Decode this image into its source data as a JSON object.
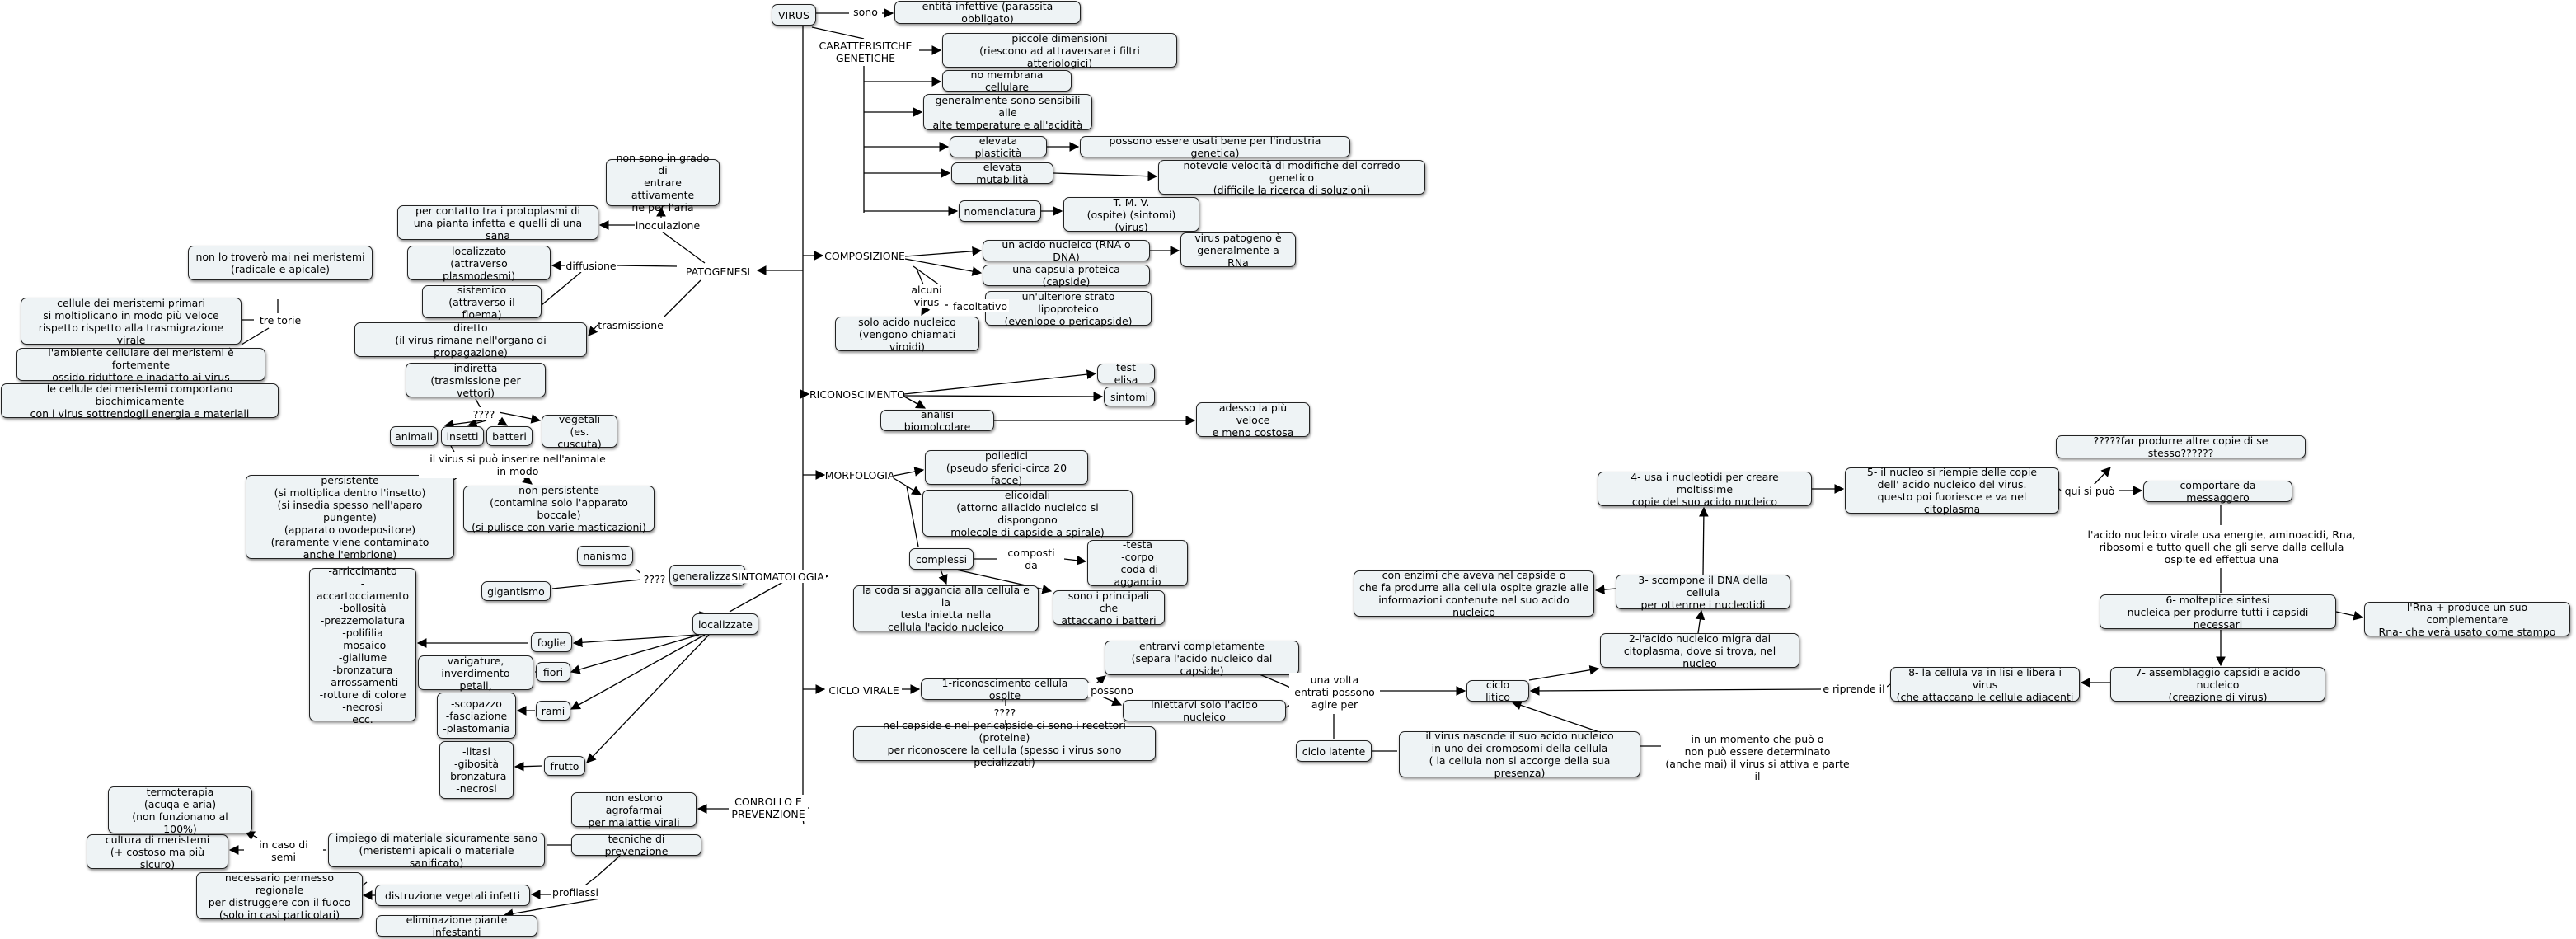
{
  "nodes": [
    {
      "id": "virus",
      "text": "VIRUS"
    },
    {
      "id": "parassita",
      "text": "entità infettive (parassita obbligato)"
    },
    {
      "id": "dimensioni",
      "text": "piccole dimensioni\n(riescono ad attraversare i filtri atteriologici)"
    },
    {
      "id": "nomembrana",
      "text": "no membrana cellulare"
    },
    {
      "id": "sensibili",
      "text": "generalmente sono sensibili alle\nalte temperature e all'acidità"
    },
    {
      "id": "plasticita",
      "text": "elevata plasticità"
    },
    {
      "id": "industria",
      "text": "possono essere usati bene per l'industria genetica)"
    },
    {
      "id": "mutabilita",
      "text": "elevata mutabilità"
    },
    {
      "id": "velocita",
      "text": "notevole velocità di modifiche del corredo genetico\n(difficile la ricerca di soluzioni)"
    },
    {
      "id": "nomenclatura",
      "text": "nomenclatura"
    },
    {
      "id": "tmv",
      "text": "T.          M.          V.\n(ospite) (sintomi) (virus)"
    },
    {
      "id": "nonsono",
      "text": "non sono in grado di\nentrare attivamente\nne per l'aria"
    },
    {
      "id": "percontatto",
      "text": "per contatto tra i protoplasmi di\nuna pianta infetta e quelli di una sana"
    },
    {
      "id": "localizzato",
      "text": "localizzato\n(attraverso plasmodesmi)"
    },
    {
      "id": "sistemico",
      "text": "sistemico\n(attraverso il floema)"
    },
    {
      "id": "diretto",
      "text": "diretto\n(il virus rimane nell'organo di propagazione)"
    },
    {
      "id": "indiretta",
      "text": "indiretta\n(trasmissione per vettori)"
    },
    {
      "id": "animali",
      "text": "animali"
    },
    {
      "id": "insetti",
      "text": "insetti"
    },
    {
      "id": "batteri",
      "text": "batteri"
    },
    {
      "id": "vegetali",
      "text": "vegetali\n(es. cuscuta)"
    },
    {
      "id": "nontrovero",
      "text": "non lo troverò mai nei meristemi\n(radicale e apicale)"
    },
    {
      "id": "meristemi1",
      "text": "cellule dei meristemi primari\nsi moltiplicano in modo più veloce\nrispetto rispetto alla trasmigrazione virale"
    },
    {
      "id": "meristemi2",
      "text": "l'ambiente cellulare dei meristemi è fortemente\nossido riduttore e inadatto ai virus"
    },
    {
      "id": "meristemi3",
      "text": "le cellule dei meristemi comportano biochimicamente\ncon i virus sottrendogli energia e materiali"
    },
    {
      "id": "persistente",
      "text": "persistente\n(si moltiplica dentro l'insetto)\n(si insedia spesso nell'aparo pungente)\n(apparato ovodepositore)\n(raramente viene contaminato\nanche l'embrione)"
    },
    {
      "id": "nonpersistente",
      "text": "non persistente\n(contamina solo l'apparato boccale)\n(si pulisce con varie masticazioni)"
    },
    {
      "id": "acidonucleico",
      "text": "un acido nucleico (RNA o DNA)"
    },
    {
      "id": "patogenorna",
      "text": "virus patogeno è\ngeneralmente a RNa"
    },
    {
      "id": "capside",
      "text": "una capsula proteica (capside)"
    },
    {
      "id": "pericapside",
      "text": "un'ulteriore strato lipoproteico\n(evenlope o pericapside)"
    },
    {
      "id": "viroidi",
      "text": "solo acido nucleico\n(vengono chiamati viroidi)"
    },
    {
      "id": "elisa",
      "text": "test elisa"
    },
    {
      "id": "sintomi",
      "text": "sintomi"
    },
    {
      "id": "biomolcolare",
      "text": "analisi biomolcolare"
    },
    {
      "id": "veloce",
      "text": "adesso la più veloce\ne meno costosa"
    },
    {
      "id": "poliedici",
      "text": "poliedici\n(pseudo sferici-circa 20 facce)"
    },
    {
      "id": "elicoidali",
      "text": "elicoidali\n(attorno allacido nucleico si dispongono\nmolecole di capside a spirale)"
    },
    {
      "id": "complessi",
      "text": "complessi"
    },
    {
      "id": "testa",
      "text": "-testa\n-corpo\n-coda di aggancio"
    },
    {
      "id": "coda",
      "text": "la coda si aggancia alla cellula e la\ntesta inietta nella\ncellula l'acido nucleico"
    },
    {
      "id": "batteriofagi",
      "text": "sono i principali che\nattaccano i batteri"
    },
    {
      "id": "nanismo",
      "text": "nanismo"
    },
    {
      "id": "gigantismo",
      "text": "gigantismo"
    },
    {
      "id": "generalizzate",
      "text": "generalizzate"
    },
    {
      "id": "localizzate",
      "text": "localizzate"
    },
    {
      "id": "foglie",
      "text": "foglie"
    },
    {
      "id": "fogliesintomi",
      "text": "-arriccimanto\n-accartocciamento\n-bollosità\n-prezzemolatura\n-polifilia\n-mosaico\n-giallume\n-bronzatura\n-arrossamenti\n-rotture di colore\n-necrosi\necc."
    },
    {
      "id": "fiori",
      "text": "fiori"
    },
    {
      "id": "variegature",
      "text": "varigature,\ninverdimento petali,"
    },
    {
      "id": "rami",
      "text": "rami"
    },
    {
      "id": "ramisintomi",
      "text": "-scopazzo\n-fasciazione\n-plastomania"
    },
    {
      "id": "frutto",
      "text": "frutto"
    },
    {
      "id": "fruttosintomi",
      "text": "-litasi\n-gibosità\n-bronzatura\n-necrosi"
    },
    {
      "id": "ciclo1",
      "text": "1-riconoscimento cellula ospite"
    },
    {
      "id": "entrarvi",
      "text": "entrarvi completamente\n(separa l'acido nucleico dal capside)"
    },
    {
      "id": "iniettarvi",
      "text": "iniettarvi solo l'acido nucleico"
    },
    {
      "id": "recettori",
      "text": "nel capside e nel pericapside ci sono i recettori (proteine)\nper riconoscere la cellula (spesso i virus sono pecializzati)"
    },
    {
      "id": "litico",
      "text": "ciclo litico"
    },
    {
      "id": "latente",
      "text": "ciclo latente"
    },
    {
      "id": "dormiente",
      "text": "il virus nascnde il suo acido nucleico\nin uno dei cromosomi della cellula\n( la cellula non si accorge della sua presenza)"
    },
    {
      "id": "step2",
      "text": "2-l'acido nucleico migra dal\ncitoplasma, dove si trova, nel nucleo"
    },
    {
      "id": "step3",
      "text": "3- scompone il DNA della cellula\nper ottenrne i nucleotidi"
    },
    {
      "id": "enzimi",
      "text": "con enzimi che aveva nel capside o\nche fa produrre alla cellula ospite grazie alle\ninformazioni contenute nel suo acido nucleico"
    },
    {
      "id": "step4",
      "text": "4- usa i nucleotidi per creare moltissime\ncopie del suo acido nucleico"
    },
    {
      "id": "step5",
      "text": "5- il nucleo si riempie delle copie\ndell' acido nucleico del virus.\nquesto poi fuoriesce e va nel citoplasma"
    },
    {
      "id": "messaggero",
      "text": "comportare da messaggero"
    },
    {
      "id": "farprodurre",
      "text": "?????far produrre altre copie di se stesso??????"
    },
    {
      "id": "step6",
      "text": "6- molteplice sintesi\nnucleica per produrre tutti i capsidi necessari"
    },
    {
      "id": "complementare",
      "text": "l'Rna + produce un suo complementare\nRna- che verà usato come stampo"
    },
    {
      "id": "step7",
      "text": "7- assemblaggio capsidi e acido nucleico\n(creazione di virus)"
    },
    {
      "id": "step8",
      "text": "8- la cellula va in lisi e libera i virus\n(che attaccano le cellule adiacenti"
    },
    {
      "id": "agrofarmaci",
      "text": "non estono agrofarmai\nper malattie virali"
    },
    {
      "id": "tecniche",
      "text": "tecniche di prevenzione"
    },
    {
      "id": "materiale",
      "text": "impiego di materiale sicuramente sano\n(meristemi apicali o materiale sanificato)"
    },
    {
      "id": "coltura",
      "text": "cultura di meristemi\n(+ costoso ma più sicuro)"
    },
    {
      "id": "termoterapia",
      "text": "termoterapia\n(acuqa e aria)\n(non funzionano al 100%)"
    },
    {
      "id": "distruzione",
      "text": "distruzione vegetali infetti"
    },
    {
      "id": "permesso",
      "text": "necessario permesso regionale\nper distruggere con il fuoco\n(solo in casi particolari)"
    },
    {
      "id": "eliminazione",
      "text": "eliminazione piante infestanti"
    }
  ],
  "labels": [
    {
      "id": "l_sono",
      "text": "sono"
    },
    {
      "id": "l_caratt",
      "text": "CARATTERISITCHE\nGENETICHE"
    },
    {
      "id": "l_patogenesi",
      "text": "PATOGENESI"
    },
    {
      "id": "l_inoculazione",
      "text": "inoculazione"
    },
    {
      "id": "l_diffusione",
      "text": "diffusione"
    },
    {
      "id": "l_trasmissione",
      "text": "trasmissione"
    },
    {
      "id": "l_trerie",
      "text": "tre torie"
    },
    {
      "id": "l_qqq1",
      "text": "????"
    },
    {
      "id": "l_inserire",
      "text": "il virus si può inserire nell'animale\nin modo"
    },
    {
      "id": "l_composizione",
      "text": "COMPOSIZIONE"
    },
    {
      "id": "l_alcuni",
      "text": "alcuni\nvirus"
    },
    {
      "id": "l_facoltativo",
      "text": "facoltativo"
    },
    {
      "id": "l_riconoscimento",
      "text": "RICONOSCIMENTO"
    },
    {
      "id": "l_morfologia",
      "text": "MORFOLOGIA"
    },
    {
      "id": "l_composti",
      "text": "composti da"
    },
    {
      "id": "l_sintomatologia",
      "text": "SINTOMATOLOGIA"
    },
    {
      "id": "l_qqq2",
      "text": "????"
    },
    {
      "id": "l_ciclo",
      "text": "CICLO VIRALE"
    },
    {
      "id": "l_possono",
      "text": "possono"
    },
    {
      "id": "l_qqq3",
      "text": "????"
    },
    {
      "id": "l_unavolta",
      "text": "una volta\nentrati possono\nagire per"
    },
    {
      "id": "l_momento",
      "text": "in un momento che può o\nnon può essere determinato\n(anche mai) il virus si attiva e parte il"
    },
    {
      "id": "l_riprende",
      "text": "e riprende il"
    },
    {
      "id": "l_quisi",
      "text": "qui si può"
    },
    {
      "id": "l_acido",
      "text": "l'acido nucleico virale usa energie, aminoacidi, Rna,\nribosomi e tutto quell che gli serve dalla cellula\nospite ed effettua una"
    },
    {
      "id": "l_controllo",
      "text": "CONROLLO E\nPREVENZIONE"
    },
    {
      "id": "l_casosemi",
      "text": "in caso di semi"
    },
    {
      "id": "l_profilassi",
      "text": "profilassi"
    }
  ],
  "colors": {
    "node_fill": "#eef3f5",
    "node_border": "#222222",
    "line": "#000000"
  }
}
